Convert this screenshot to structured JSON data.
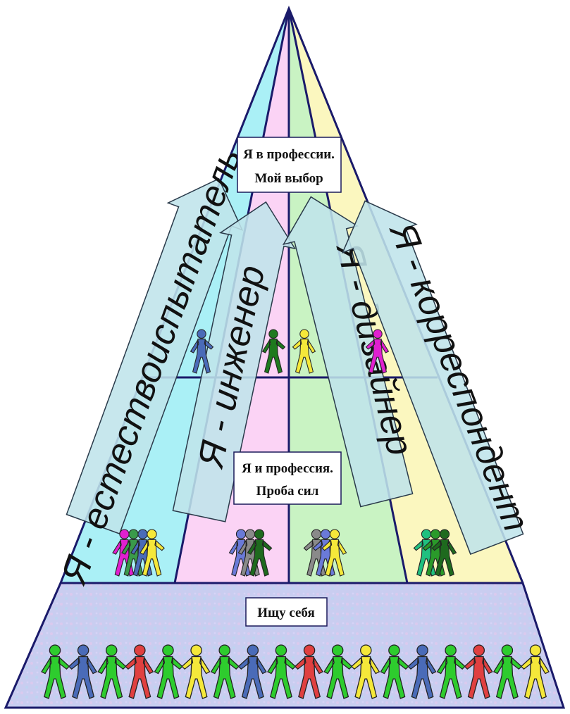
{
  "colors": {
    "frame": "#1a1a6a",
    "segments": [
      "#aaf0f6",
      "#fbd3f5",
      "#c9f3c3",
      "#fbf7bf"
    ],
    "base": "#c9cdf0",
    "arrow_fill": "#bfe4ea"
  },
  "levels": {
    "top": {
      "line1": "Я в профессии.",
      "line2": "Мой выбор"
    },
    "middle": {
      "line1": "Я и профессия.",
      "line2": "Проба сил"
    },
    "base": {
      "label": "Ищу себя"
    }
  },
  "arrows": [
    {
      "text": "Я - естествоиспытатель"
    },
    {
      "text": "Я - инженер"
    },
    {
      "text": "Я - дизайнер"
    },
    {
      "text": "Я - корреспондент"
    }
  ],
  "people": {
    "top_row": [
      "#4a6bb8",
      "#1e7a1e",
      "#f5e83a",
      "#e020d0"
    ],
    "middle_groups": [
      [
        "#e020d0",
        "#3a9a4a",
        "#4a6bb8",
        "#f5e83a"
      ],
      [
        "#6a7ad8",
        "#8a8a8a",
        "#1e6a1e"
      ],
      [
        "#8a8a8a",
        "#6a7ad8",
        "#f5e83a"
      ],
      [
        "#20c080",
        "#2a9a2a",
        "#1e6a1e"
      ]
    ],
    "base_row": [
      "#2ecc2e",
      "#4a6bb8",
      "#2ecc2e",
      "#e04040",
      "#2ecc2e",
      "#f5e83a",
      "#2ecc2e",
      "#4a6bb8",
      "#2ecc2e",
      "#e04040",
      "#2ecc2e",
      "#f5e83a",
      "#2ecc2e",
      "#4a6bb8",
      "#2ecc2e",
      "#e04040",
      "#2ecc2e",
      "#f5e83a"
    ]
  }
}
